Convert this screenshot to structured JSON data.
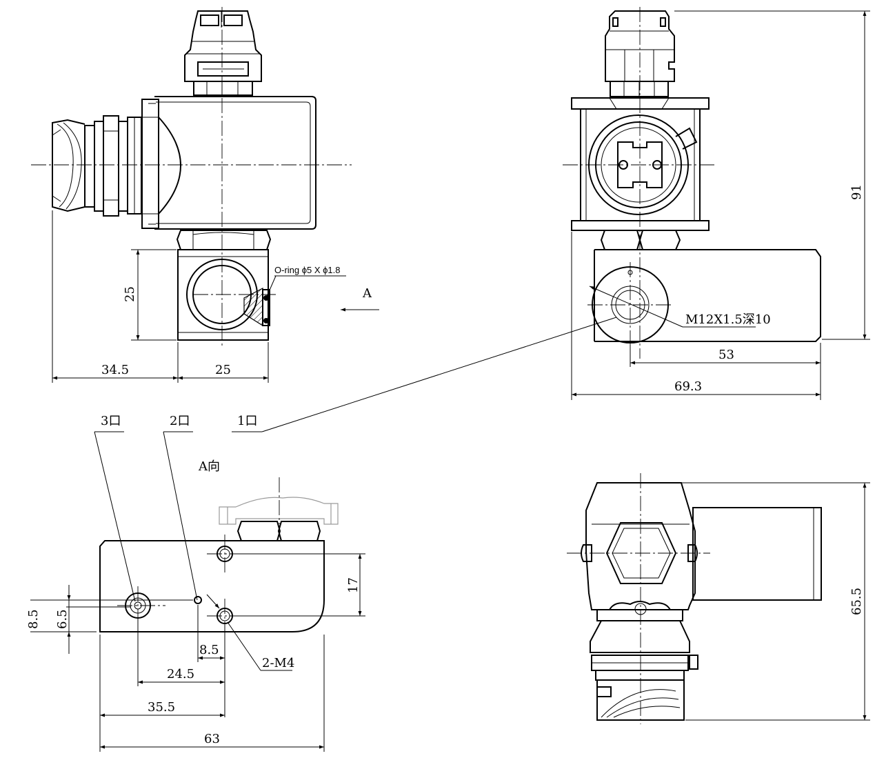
{
  "dimensions": {
    "front_coil_offset": "34.5",
    "front_body_width": "25",
    "front_body_height": "25",
    "side_total_height": "91",
    "side_port_offset": "53",
    "side_total_width": "69.3",
    "a_view_hole_pitch": "17",
    "a_view_port_h_outer": "8.5",
    "a_view_port_h_inner": "6.5",
    "a_view_small_hole_offset": "8.5",
    "a_view_port_to_hole": "24.5",
    "a_view_edge_to_hole": "35.5",
    "a_view_total_length": "63",
    "bottom_total_height": "65.5"
  },
  "annotations": {
    "oring": "O-ring ϕ5 X ϕ1.8",
    "arrow_label": "A",
    "view_label": "A向",
    "thread": "M12X1.5深10",
    "port_1": "1口",
    "port_2": "2口",
    "port_3": "3口",
    "mount_holes": "2-M4"
  }
}
